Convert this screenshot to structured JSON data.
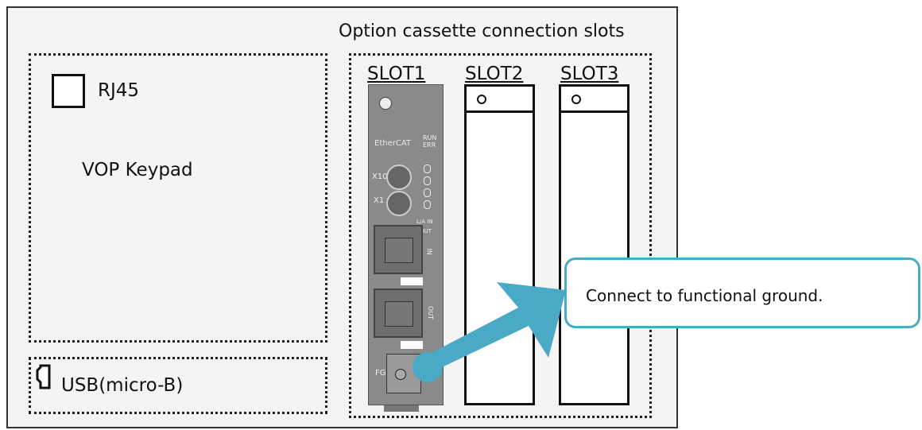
{
  "slots_title": "Option cassette connection slots",
  "slots": [
    {
      "label": "SLOT1"
    },
    {
      "label": "SLOT2"
    },
    {
      "label": "SLOT3"
    }
  ],
  "keypad": {
    "rj45_label": "RJ45",
    "title": "VOP Keypad"
  },
  "usb": {
    "label": "USB(micro-B)"
  },
  "card": {
    "brand": "EtherCAT",
    "leds": [
      "RUN",
      "ERR"
    ],
    "switches": [
      "X10",
      "X1"
    ],
    "ports": [
      "IN",
      "OUT"
    ],
    "ground": "FG",
    "link_in": "L/A IN",
    "link_out": "OUT"
  },
  "callout": {
    "text": "Connect to functional ground."
  },
  "colors": {
    "accent": "#4aa9c4",
    "frame": "#f4f4f4",
    "card": "#8a8a8a"
  }
}
